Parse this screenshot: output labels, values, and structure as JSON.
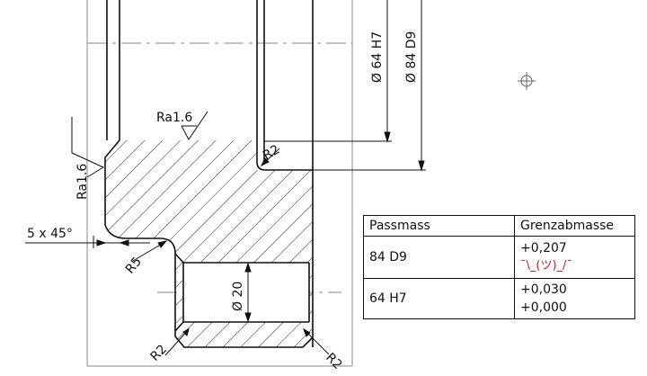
{
  "drawing": {
    "dim_bore_h7": "Ø 64  H7",
    "dim_bore_d9": "Ø 84  D9",
    "surface_top": "Ra1.6",
    "surface_left": "Ra1.6",
    "radius_inner": "R2",
    "chamfer": "5  x  45°",
    "radius_r5": "R5",
    "dim_groove": "Ø 20",
    "radius_bottom_left": "R2",
    "radius_bottom_right": "R2"
  },
  "table": {
    "headers": [
      "Passmass",
      "Grenzabmasse"
    ],
    "rows": [
      {
        "fit": "84 D9",
        "upper": "+0,207",
        "lower": "¯\\_(ツ)_/¯"
      },
      {
        "fit": "64 H7",
        "upper": "+0,030",
        "lower": "+0,000"
      }
    ]
  },
  "colors": {
    "line": "#111111",
    "annotation": "#d21a1a"
  }
}
